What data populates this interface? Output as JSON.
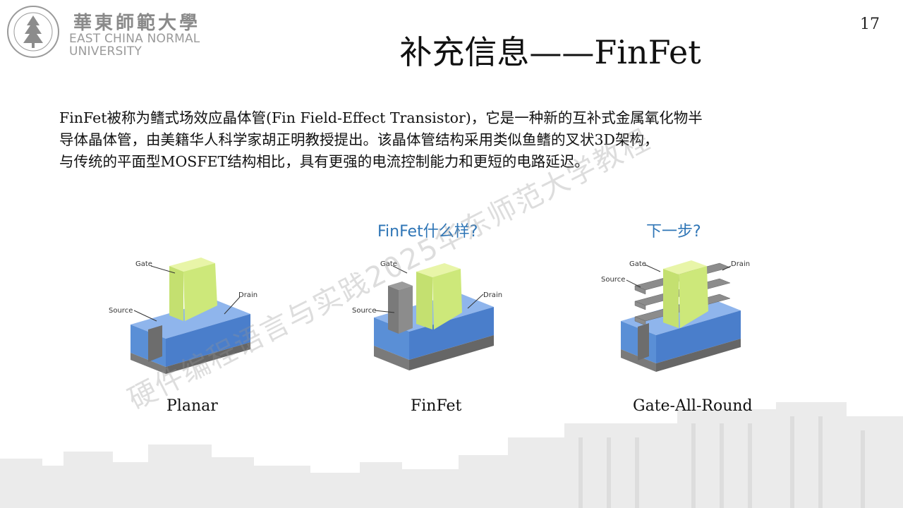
{
  "logo": {
    "cn": "華東師範大學",
    "en_line1": "EAST CHINA NORMAL",
    "en_line2": "UNIVERSITY",
    "icon": "university-seal-icon"
  },
  "page_number": "17",
  "title": "补充信息——FinFet",
  "body": [
    "FinFet被称为鳍式场效应晶体管(Fin Field-Effect Transistor)，它是一种新的互补式金属氧化物半",
    "导体晶体管，由美籍华人科学家胡正明教授提出。该晶体管结构采用类似鱼鳍的叉状3D架构，",
    "与传统的平面型MOSFET结构相比，具有更强的电流控制能力和更短的电路延迟。"
  ],
  "questions": {
    "finfet": "FinFet什么样?",
    "next": "下一步?"
  },
  "figures": {
    "labels": {
      "gate": "Gate",
      "drain": "Drain",
      "source": "Source"
    },
    "captions": {
      "planar": "Planar",
      "finfet": "FinFet",
      "gaa": "Gate-All-Round"
    }
  },
  "watermark": "硬件编程语言与实践2025华东师范大学教程",
  "colors": {
    "accent_blue": "#2e75b6",
    "gate_green": "#cde87a",
    "substrate_blue": "#5a8fd6",
    "metal_gray": "#7c7c7c"
  }
}
